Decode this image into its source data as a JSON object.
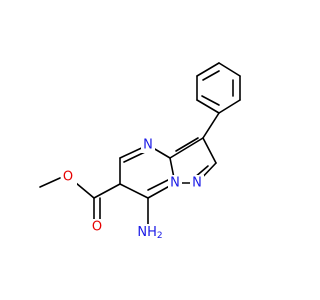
{
  "molecule": {
    "atoms": {
      "n_ring_top": {
        "symbol": "N",
        "color": "#1a1ae6"
      },
      "n_bridge": {
        "symbol": "N",
        "color": "#1a1ae6"
      },
      "n_pyrazole": {
        "symbol": "N",
        "color": "#1a1ae6"
      },
      "amino": {
        "symbol": "NH",
        "subscript": "2",
        "color": "#1a1ae6"
      },
      "ether_o": {
        "symbol": "O",
        "color": "#e60000"
      },
      "carbonyl_o": {
        "symbol": "O",
        "color": "#e60000"
      }
    },
    "bond_color": "#000000"
  }
}
